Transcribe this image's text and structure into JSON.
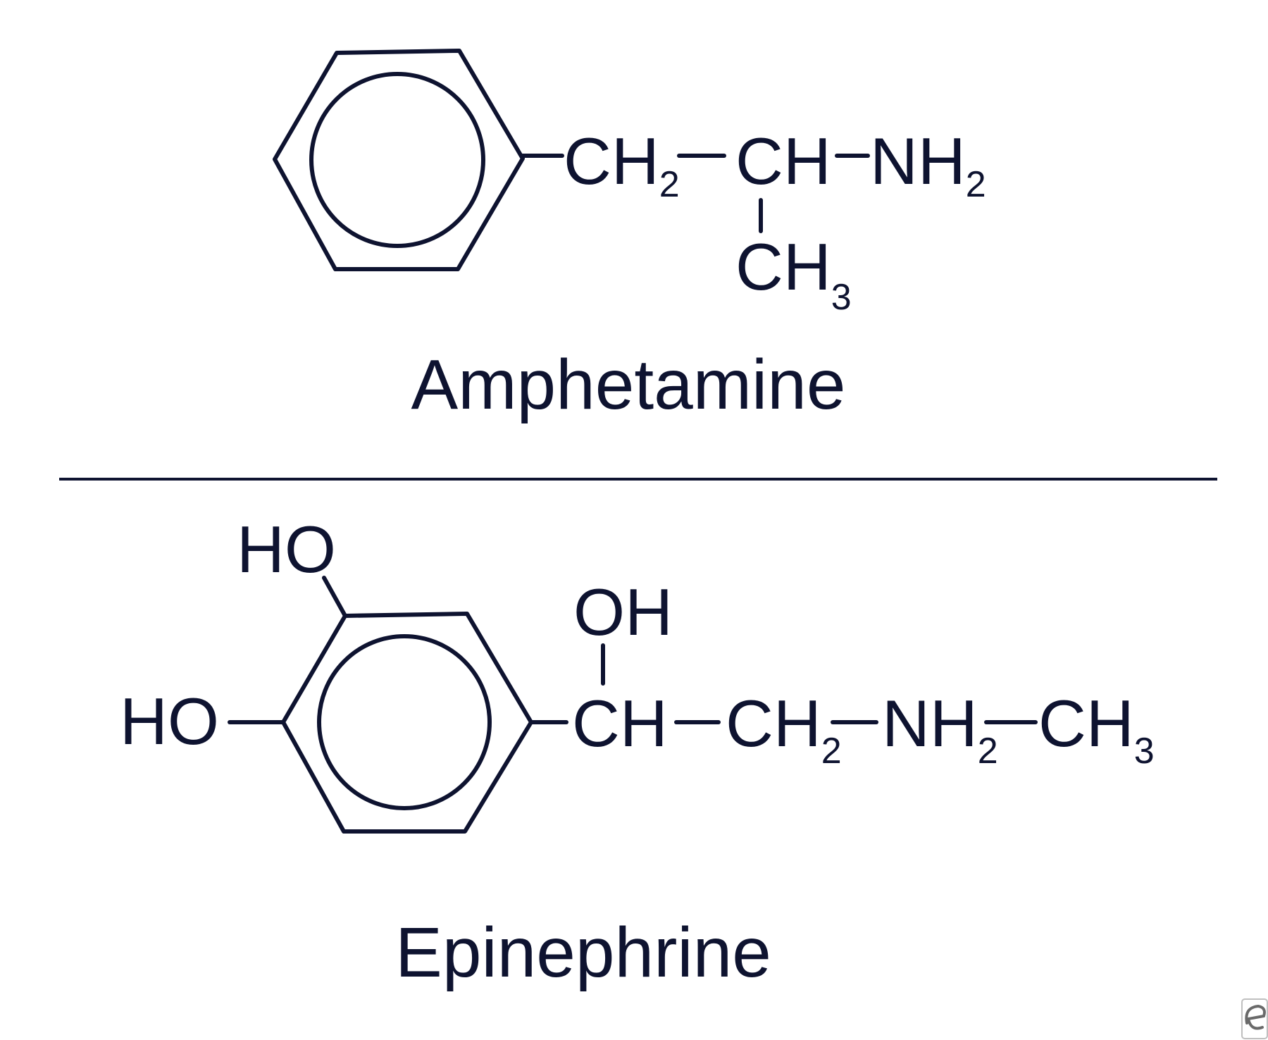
{
  "colors": {
    "ink": "#0e1330",
    "background": "#ffffff"
  },
  "amphetamine": {
    "name": "Amphetamine",
    "chain": {
      "ch2": {
        "main": "CH",
        "sub": "2"
      },
      "ch": {
        "main": "CH"
      },
      "nh2": {
        "main": "NH",
        "sub": "2"
      },
      "ch3": {
        "main": "CH",
        "sub": "3"
      }
    }
  },
  "epinephrine": {
    "name": "Epinephrine",
    "substituents": {
      "ho_top": "HO",
      "ho_left": "HO",
      "oh": "OH"
    },
    "chain": {
      "ch": {
        "main": "CH"
      },
      "ch2": {
        "main": "CH",
        "sub": "2"
      },
      "nh2": {
        "main": "NH",
        "sub": "2"
      },
      "ch3": {
        "main": "CH",
        "sub": "3"
      }
    }
  },
  "watermark_icon": "e-logo-icon"
}
